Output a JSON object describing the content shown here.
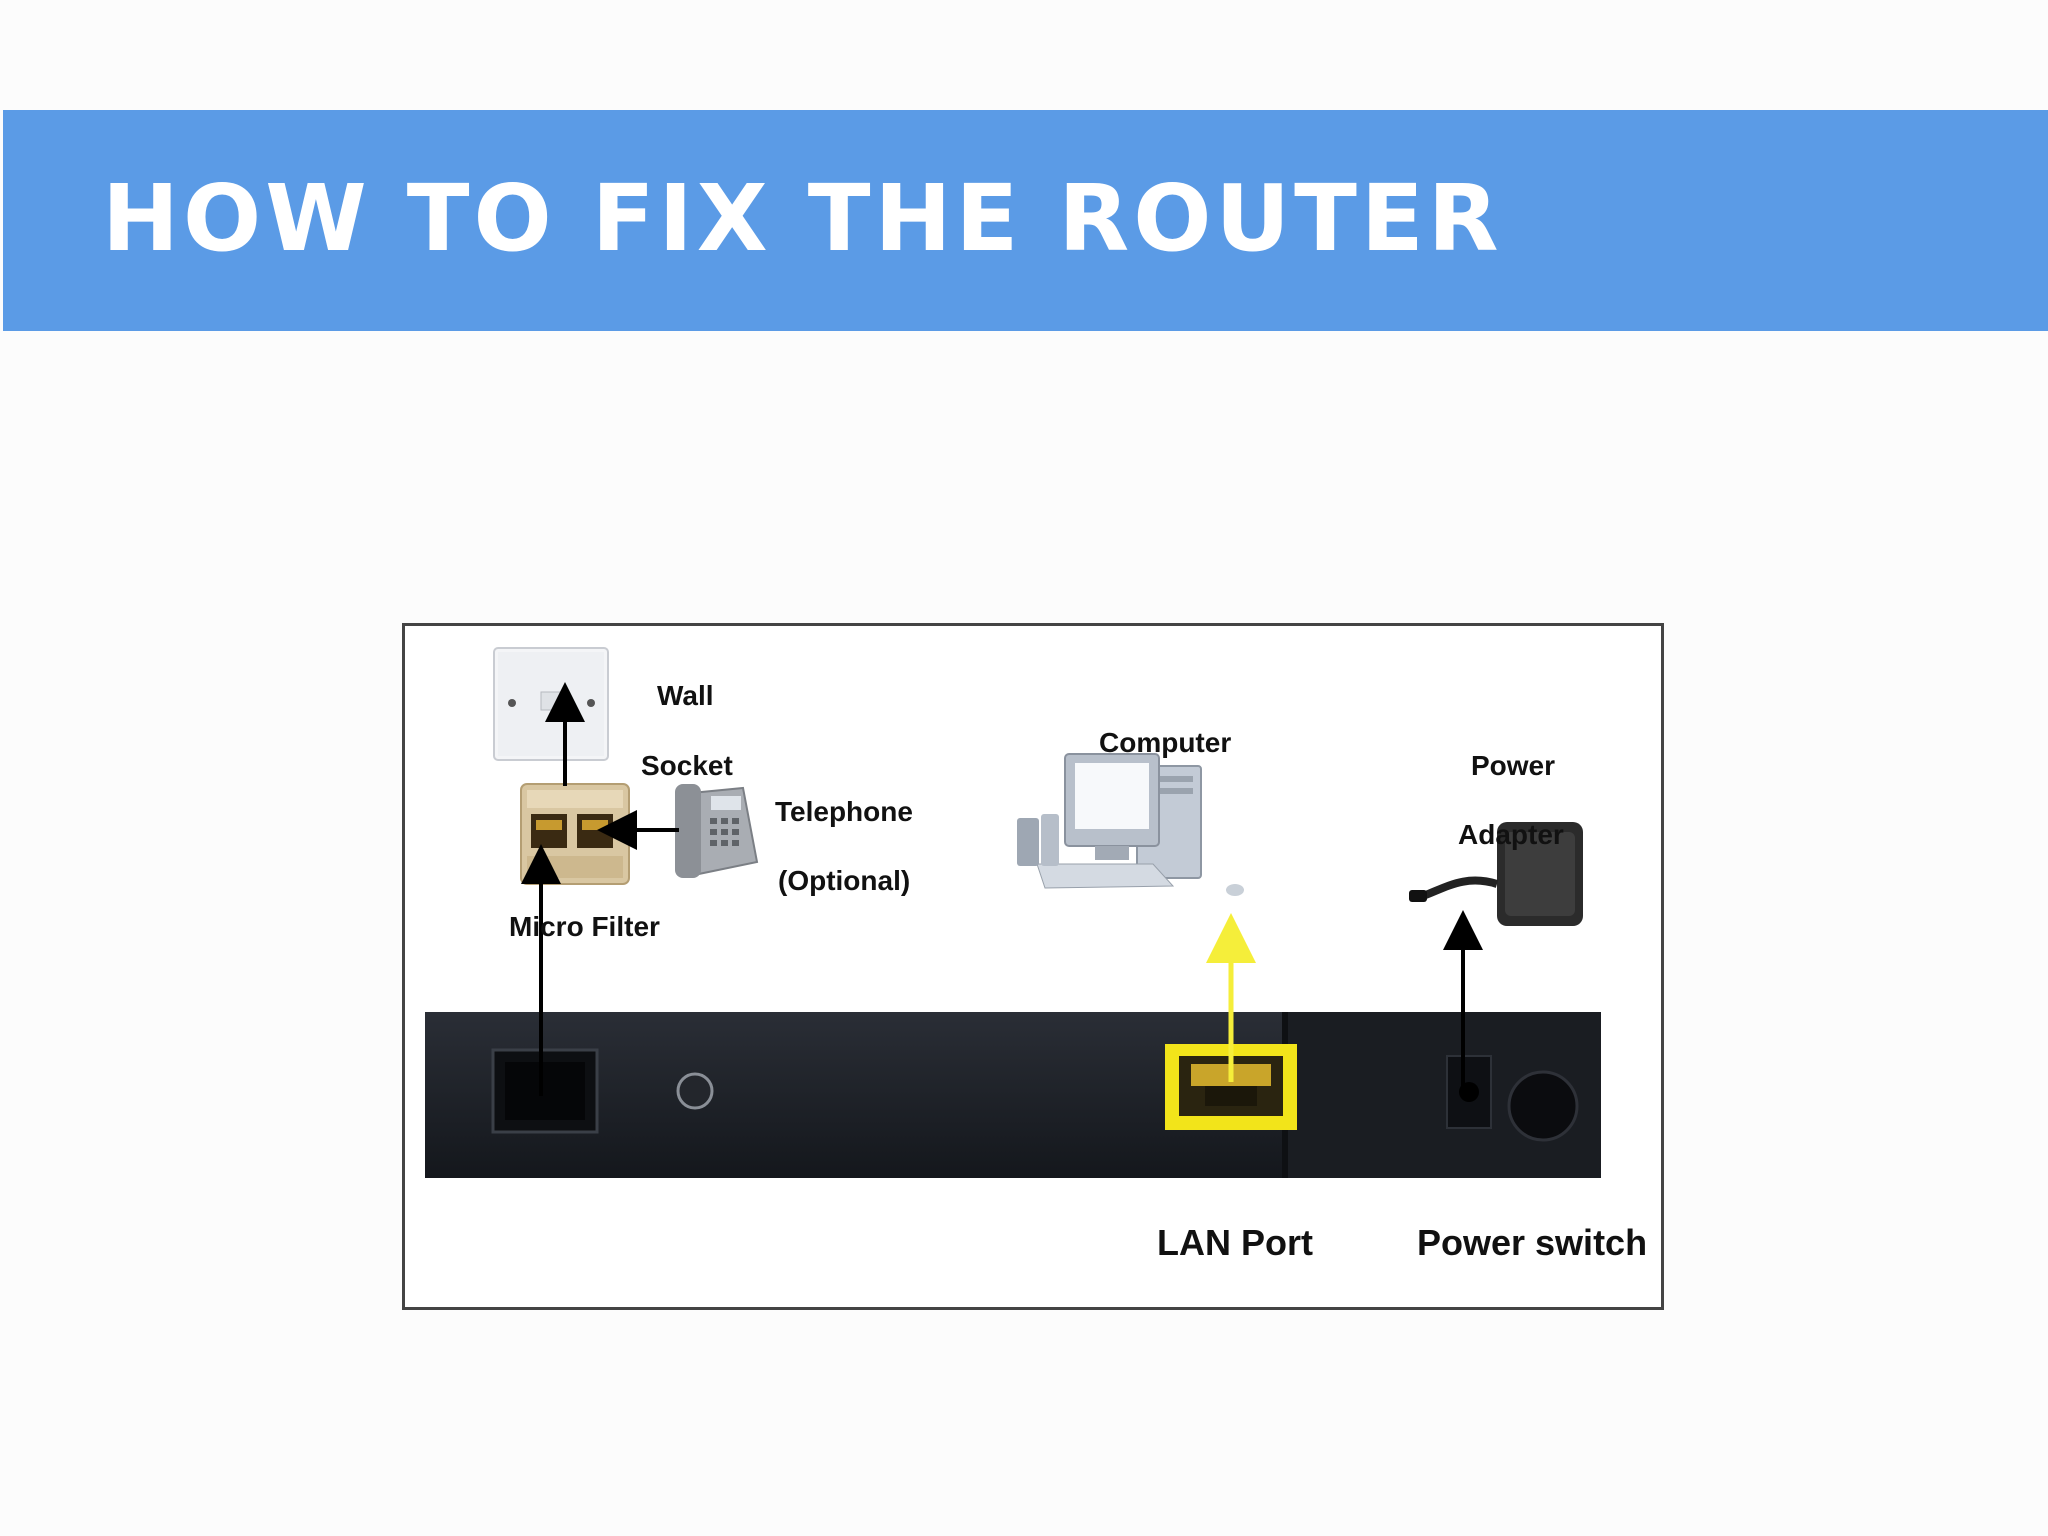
{
  "slide": {
    "title": "HOW TO FIX THE ROUTER"
  },
  "diagram": {
    "labels": {
      "wall": "Wall",
      "socket": "Socket",
      "telephone": "Telephone",
      "optional": "(Optional)",
      "micro_filter": "Micro Filter",
      "computer": "Computer",
      "power": "Power",
      "adapter": "Adapter",
      "lan_port": "LAN Port",
      "power_switch": "Power switch"
    },
    "colors": {
      "banner": "#5b9be6",
      "router_panel": "#1c2026",
      "lan_port": "#f2e41a",
      "lan_arrow": "#f5ee3a",
      "filter": "#d9c7a2"
    },
    "icons": [
      "wall-socket-icon",
      "micro-filter-icon",
      "telephone-icon",
      "computer-icon",
      "power-adapter-icon",
      "phone-port-icon",
      "reset-button-icon",
      "lan-port-icon",
      "power-jack-icon",
      "power-switch-icon"
    ]
  }
}
